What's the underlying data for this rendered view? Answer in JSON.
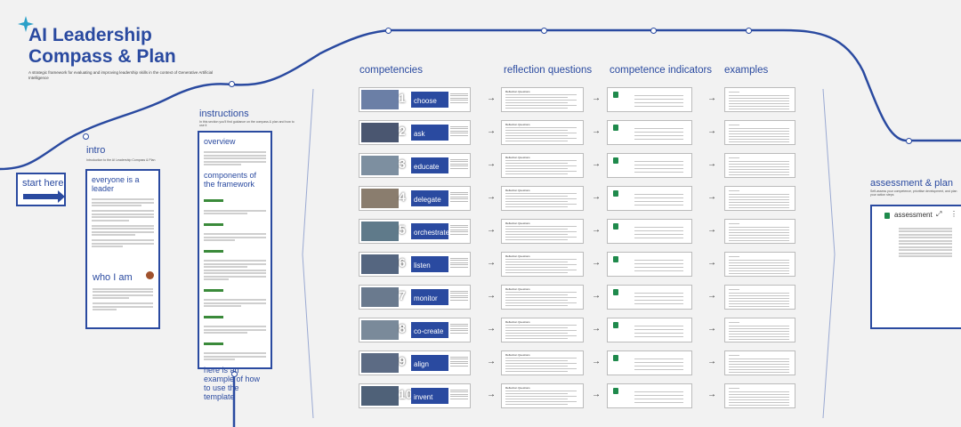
{
  "header": {
    "title_line1": "AI Leadership",
    "title_line2": "Compass & Plan",
    "subtitle": "A strategic framework for evaluating and improving leadership skills in the context of Generative Artificial Intelligence"
  },
  "start": {
    "label": "start here"
  },
  "intro": {
    "heading": "intro",
    "sub": "Introduction to the AI Leadership Compass & Plan",
    "panel_title": "everyone is a leader",
    "who_title": "who I am"
  },
  "instructions": {
    "heading": "instructions",
    "sub": "In this section you'll find guidance on the compass & plan and how to use it",
    "overview_title": "overview",
    "components_title": "components of the framework",
    "example_title": "here is an example of how to use the template"
  },
  "columns": {
    "competencies": "competencies",
    "reflection": "reflection questions",
    "indicators": "competence indicators",
    "examples": "examples"
  },
  "competencies": [
    {
      "num": "1",
      "name": "choose"
    },
    {
      "num": "2",
      "name": "ask"
    },
    {
      "num": "3",
      "name": "educate"
    },
    {
      "num": "4",
      "name": "delegate"
    },
    {
      "num": "5",
      "name": "orchestrate"
    },
    {
      "num": "6",
      "name": "listen"
    },
    {
      "num": "7",
      "name": "monitor"
    },
    {
      "num": "8",
      "name": "co-create"
    },
    {
      "num": "9",
      "name": "align"
    },
    {
      "num": "10",
      "name": "invent"
    }
  ],
  "reflection_card_header": "Reflection Questions",
  "assessment": {
    "heading": "assessment & plan",
    "sub": "Self-assess your competence, prioritise development, and plan your action steps",
    "sheet_label": "assessment"
  },
  "colors": {
    "accent": "#2a4aa0",
    "sheet_green": "#1f8a4c"
  }
}
